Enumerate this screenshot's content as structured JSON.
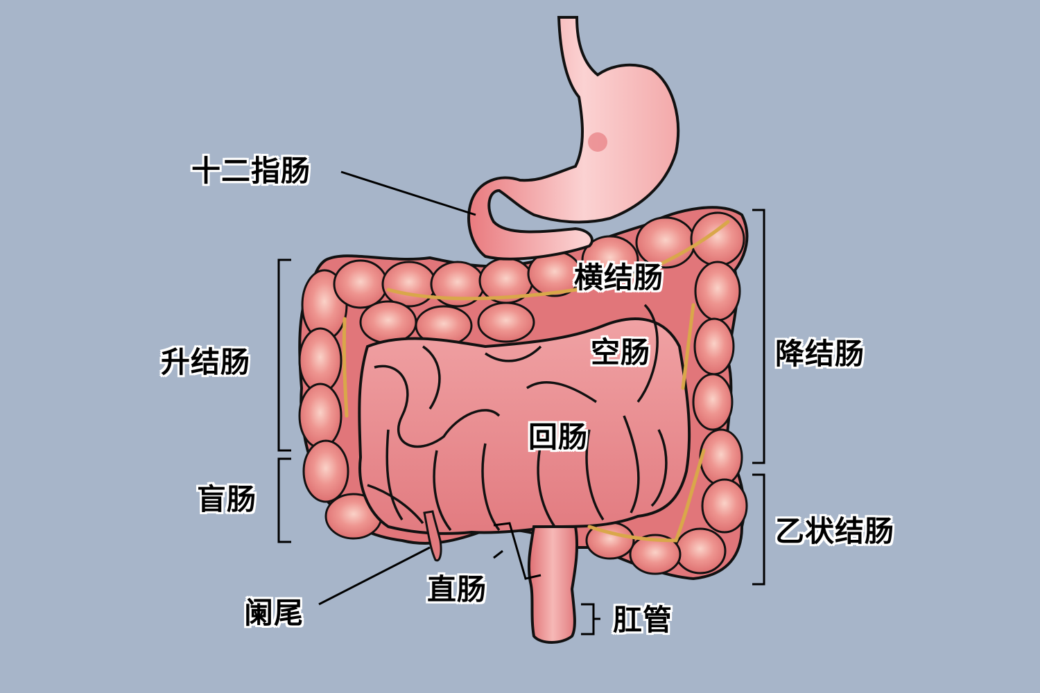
{
  "diagram": {
    "title_hidden": "",
    "background_color": "#A7B5C9",
    "organ_color": "#E57A7A",
    "organ_highlight": "#F8C6C0",
    "fat_color": "#D9A74A",
    "labels": {
      "duodenum": "十二指肠",
      "ascending_colon": "升结肠",
      "cecum": "盲肠",
      "appendix": "阑尾",
      "transverse_colon": "横结肠",
      "jejunum": "空肠",
      "ileum": "回肠",
      "descending_colon": "降结肠",
      "sigmoid_colon": "乙状结肠",
      "rectum": "直肠",
      "anal_canal": "肛管"
    }
  }
}
